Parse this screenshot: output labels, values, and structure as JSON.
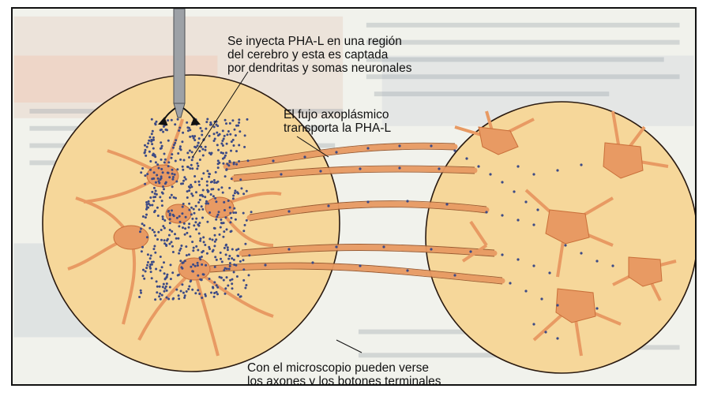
{
  "captions": {
    "injection": "Se inyecta PHA-L en una región\ndel cerebro y esta es captada\npor dendritas y somas neuronales",
    "axoplasmic_flow": "El fujo axoplásmico\ntransporta la PHA-L",
    "microscope": "Con el microscopio pueden verse\nlos axones y los botones terminales"
  },
  "colors": {
    "circle_fill": "#f6d79a",
    "neuron": "#e89a63",
    "neuron_dark": "#c96f3a",
    "dots": "#3c4a86",
    "outline": "#2a1a10"
  },
  "icons": {
    "pipette": "micropipette-icon",
    "arrows": "injection-arrows-icon"
  }
}
